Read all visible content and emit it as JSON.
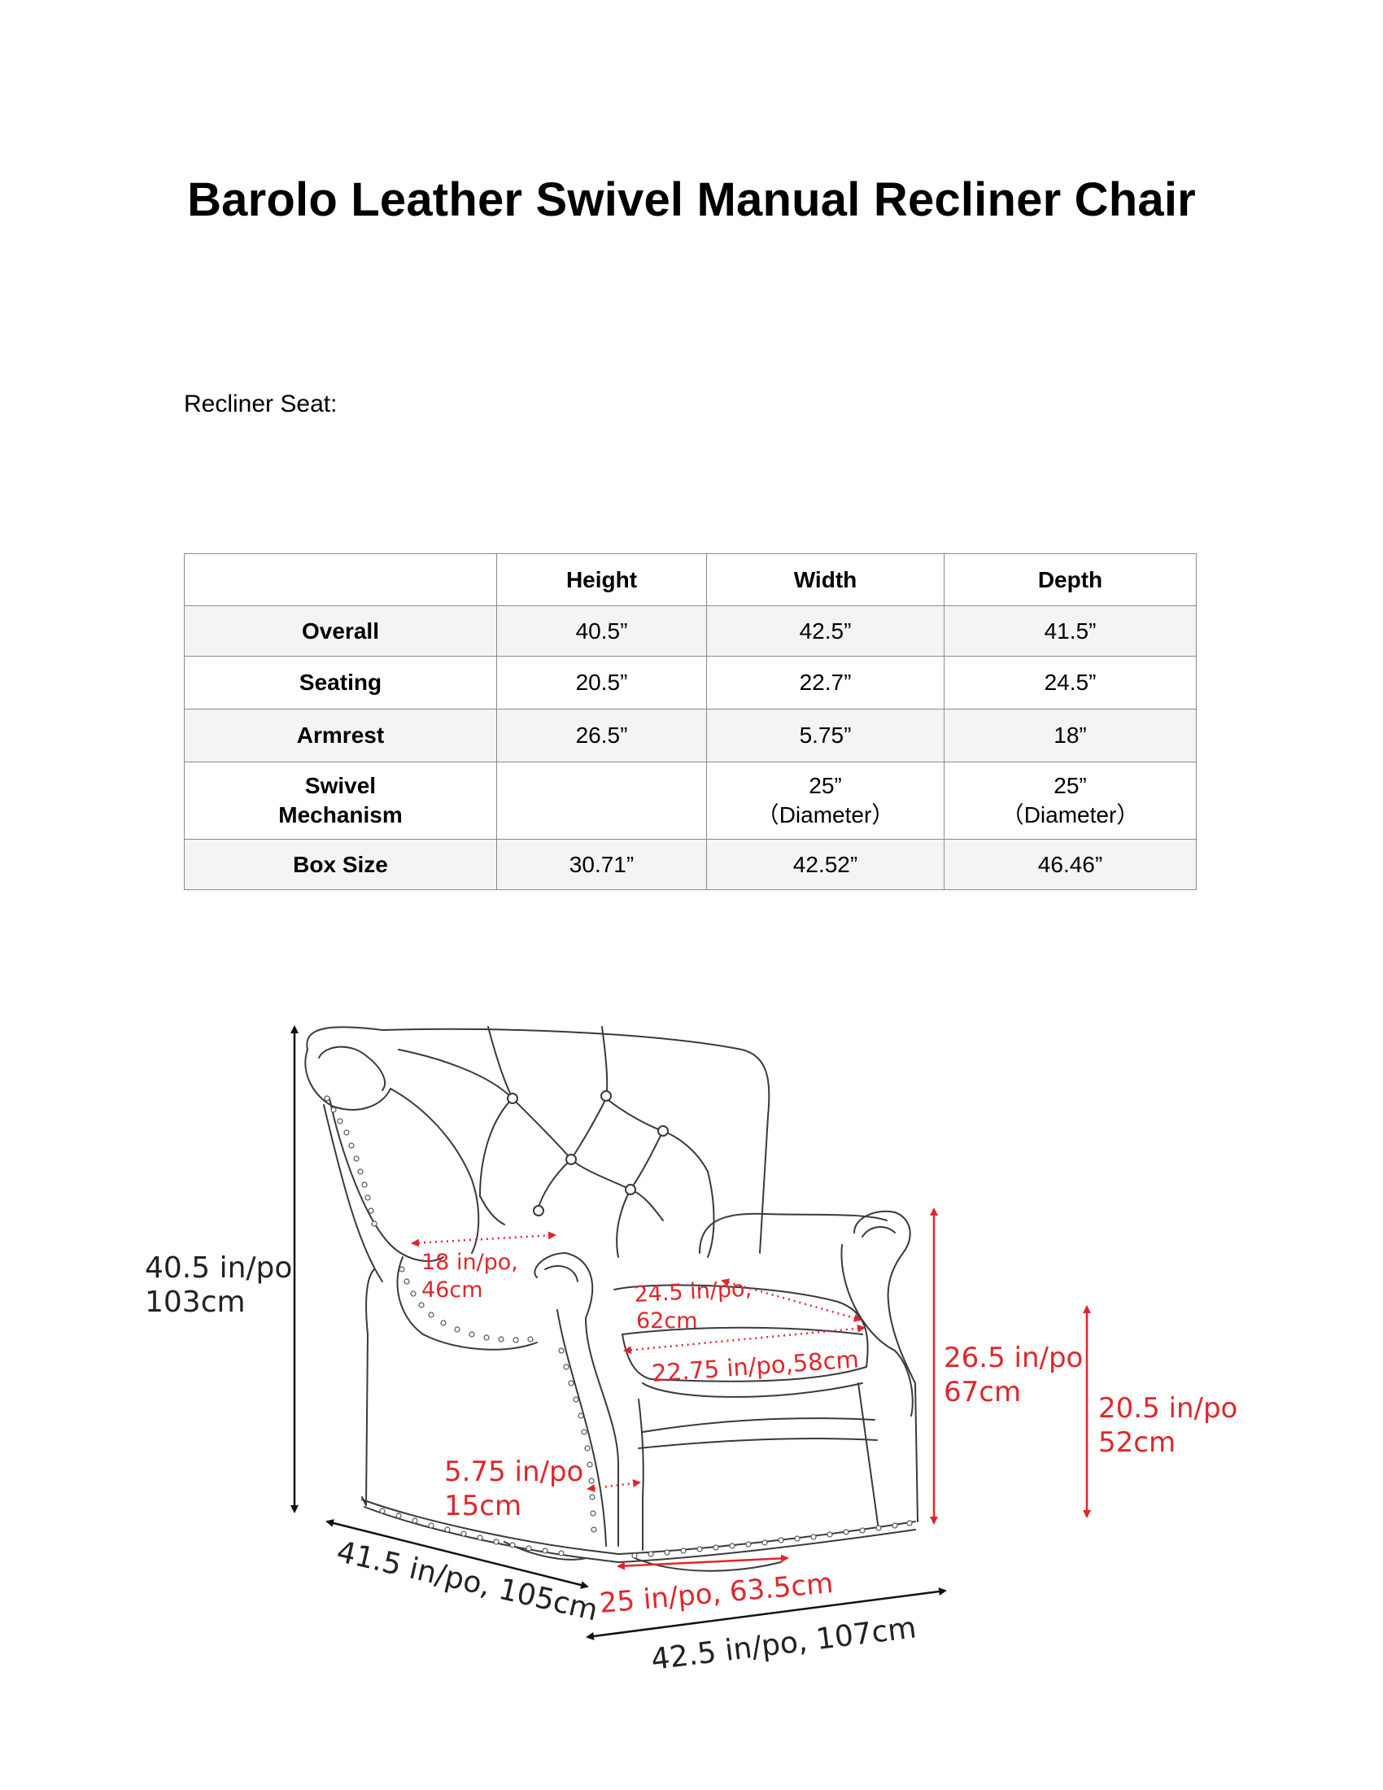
{
  "title": "Barolo Leather Swivel Manual Recliner Chair",
  "subtitle": "Recliner Seat:",
  "table": {
    "headers": [
      "",
      "Height",
      "Width",
      "Depth"
    ],
    "rows": [
      {
        "label": "Overall",
        "height": "40.5”",
        "width": "42.5”",
        "depth": "41.5”"
      },
      {
        "label": "Seating",
        "height": "20.5”",
        "width": "22.7”",
        "depth": "24.5”"
      },
      {
        "label": "Armrest",
        "height": "26.5”",
        "width": "5.75”",
        "depth": "18”"
      },
      {
        "label_line1": "Swivel",
        "label_line2": "Mechanism",
        "height": "",
        "width_line1": "25”",
        "width_line2": "（Diameter）",
        "depth_line1": "25”",
        "depth_line2": "（Diameter）"
      },
      {
        "label": "Box Size",
        "height": "30.71”",
        "width": "42.52”",
        "depth": "46.46”"
      }
    ]
  },
  "dimensions": {
    "overall_height": {
      "line1": "40.5 in/po",
      "line2": "103cm"
    },
    "overall_depth": "41.5 in/po, 105cm",
    "overall_width": "42.5 in/po, 107cm",
    "swivel": "25 in/po, 63.5cm",
    "arm_height": {
      "line1": "26.5 in/po",
      "line2": "67cm"
    },
    "seat_height": {
      "line1": "20.5 in/po",
      "line2": "52cm"
    },
    "arm_width": {
      "line1": "5.75 in/po",
      "line2": "15cm"
    },
    "arm_depth": {
      "line1": "18 in/po,",
      "line2": "46cm"
    },
    "seat_depth": {
      "line1": "24.5 in/po,",
      "line2": "62cm"
    },
    "seat_width": "22.75 in/po,58cm"
  },
  "colors": {
    "accent": "#e0262b",
    "line": "#333333",
    "grid": "#8a8a8a"
  }
}
